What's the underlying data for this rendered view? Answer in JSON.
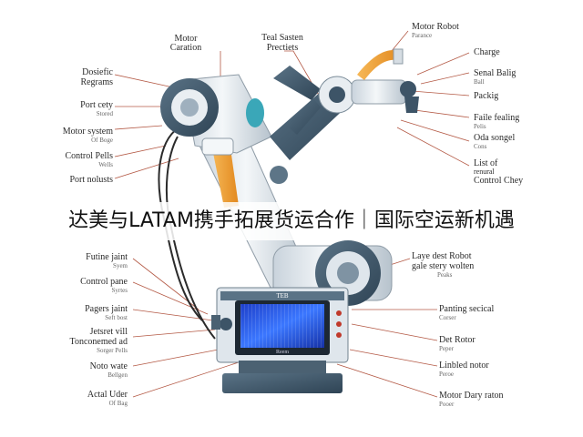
{
  "banner": {
    "title": "达美与LATAM携手拓展货运合作｜国际空运新机遇"
  },
  "labels": {
    "motor_caration": "Motor Caration",
    "teal_sasten": "Teal Sasten",
    "teal_sasten_2": "Prectiets",
    "motor_robot": "Motor Robot",
    "motor_robot_sub": "Parance",
    "dosiefic": "Dosiefic",
    "dosiefic_2": "Regrams",
    "charge": "Charge",
    "senal_balig": "Senal Balig",
    "senal_balig_sub": "Ball",
    "packig": "Packig",
    "port_cety": "Port cety",
    "port_cety_sub": "Stored",
    "motor_system": "Motor system",
    "motor_system_sub": "Of Boge",
    "faile_fealing": "Faile fealing",
    "faile_fealing_sub": "Pelis",
    "oda_songel": "Oda songel",
    "oda_songel_sub": "Cons",
    "control_pells": "Control Pells",
    "control_pells_sub": "Wells",
    "port_nolusts": "Port nolusts",
    "list_of": "List of",
    "list_of_2": "renural",
    "list_of_3": "Control Chey",
    "futine_jaint": "Futine jaint",
    "futine_jaint_sub": "Syem",
    "laye_dest_robot": "Laye dest Robot",
    "laye_dest_robot_2": "gale stery wolten",
    "laye_dest_robot_sub": "Peaks",
    "control_pane": "Control pane",
    "control_pane_sub": "Syrtes",
    "pagers_jaint": "Pagers jaint",
    "pagers_jaint_sub": "Seft bost",
    "panting_secical": "Panting secical",
    "panting_secical_sub": "Corser",
    "jetsret_vill": "Jetsret vill",
    "jetsret_vill_2": "Tonconemed ad",
    "jetsret_vill_sub": "Sorger Pells",
    "det_rotor": "Det Rotor",
    "det_rotor_sub": "Peper",
    "noto_wate": "Noto wate",
    "noto_wate_sub": "Bellgen",
    "linbled_notor": "Linbled notor",
    "linbled_notor_sub": "Peroe",
    "actal_uder": "Actal Uder",
    "actal_uder_sub": "Of Bag",
    "motor_dary_raton": "Motor Dary raton",
    "motor_dary_raton_sub": "Pooer",
    "panel_brand": "TEB",
    "panel_foot": "Reem"
  },
  "colors": {
    "arm_body": "#dfe6ec",
    "arm_dark": "#3d5467",
    "accent_orange": "#f0a23a",
    "screen_blue": "#2d5ee8",
    "cable": "#2b2b2b",
    "leader_line": "#b45a46"
  }
}
